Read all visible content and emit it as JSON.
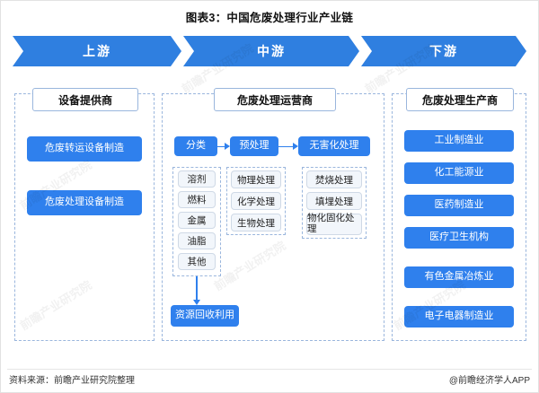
{
  "title": "图表3：中国危废处理行业产业链",
  "band": [
    {
      "label": "上游"
    },
    {
      "label": "中游"
    },
    {
      "label": "下游"
    }
  ],
  "columns": {
    "upstream": {
      "header": "设备提供商",
      "boxes": [
        "危废转运设备制造",
        "危废处理设备制造"
      ]
    },
    "midstream": {
      "header": "危废处理运营商",
      "stage_boxes": [
        "分类",
        "预处理",
        "无害化处理"
      ],
      "classification_items": [
        "溶剂",
        "燃料",
        "金属",
        "油脂",
        "其他"
      ],
      "pretreatment_items": [
        "物理处理",
        "化学处理",
        "生物处理"
      ],
      "harmless_items": [
        "焚烧处理",
        "填埋处理",
        "物化固化处理"
      ],
      "recovery_box": "资源回收利用"
    },
    "downstream": {
      "header": "危废处理生产商",
      "boxes": [
        "工业制造业",
        "化工能源业",
        "医药制造业",
        "医疗卫生机构",
        "有色金属冶炼业",
        "电子电器制造业"
      ]
    }
  },
  "footer": {
    "source": "资料来源：前瞻产业研究院整理",
    "brand": "@前瞻经济学人APP"
  },
  "watermarks": [
    "前瞻产业研究院",
    "前瞻产业研究院",
    "前瞻产业研究院",
    "前瞻产业研究院",
    "前瞻产业研究院",
    "前瞻产业研究院"
  ],
  "colors": {
    "accent": "#2f80ed",
    "band": "#2f7fe0",
    "dashed_border": "#9ab6dd",
    "light_box_bg": "#f2f6fb"
  }
}
